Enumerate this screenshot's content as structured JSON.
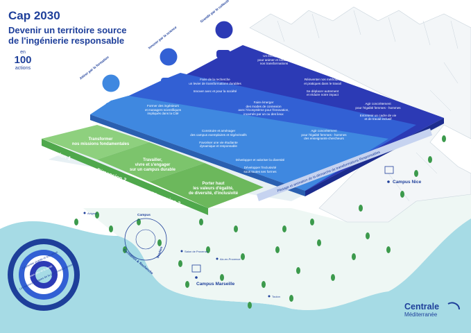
{
  "title": {
    "main": "Cap 2030",
    "sub1": "Devenir un territoire source",
    "sub2": "de l'ingénierie responsable"
  },
  "badge": {
    "prefix": "en",
    "number": "100",
    "suffix": "actions"
  },
  "pills": {
    "attirer": "Attirer par la formation",
    "innover": "Innover par la science",
    "grandir": "Grandir par le collectif"
  },
  "plates": {
    "top_right": [
      "Un écosystème",
      "pour animer et soutenir",
      "nos transformations"
    ],
    "row1_mid": [
      "Faire de la recherche",
      "un levier de transformations durables",
      "",
      "Innover avec et pour la société"
    ],
    "row1_right": [
      "Réinventer nos méthodes",
      "et pratiques dans le travail",
      "",
      "Se déplacer autrement",
      "et réduire notre impact"
    ],
    "row2_left": [
      "Former des ingénieurs",
      "et managers scientifiques",
      "impliqués dans la Cité"
    ],
    "row2_mid": [
      "Faire émerger",
      "des modes de connexion",
      "avec l'écosystème pour l'innovation,",
      "incarnés par un ou des lieux"
    ],
    "row2_right": [
      "Agir concrètement",
      "pour l'égalité femmes - hommes",
      "",
      "Entretenir un cadre de vie",
      "et de travail inclusif"
    ],
    "row3_left": [
      "Construire et aménager",
      "des campus exemplaires et régénératifs",
      "",
      "Favoriser une vie étudiante",
      "dynamique et responsable"
    ],
    "row3_right": [
      "Agir concrètement",
      "pour l'égalité femmes - hommes",
      "des enseignants-chercheurs"
    ],
    "row4_mid": [
      "Développer et valoriser la diversité",
      "",
      "Développer l'inclusivité",
      "sous toutes ses formes"
    ]
  },
  "green": {
    "d1": [
      "Transformer",
      "nos missions fondamentales"
    ],
    "d2": [
      "Travailler,",
      "vivre et s'engager",
      "sur un campus durable"
    ],
    "d3": [
      "Porter haut",
      "les valeurs d'égalité,",
      "de diversité, d'inclusivité"
    ]
  },
  "dimensions": [
    "Dimension 1",
    "Dimension 2",
    "Dimension 3"
  ],
  "ribbon": "Pilotage et animation de la démarche de transformations Responsables",
  "campus_circle": {
    "label": "Campus",
    "formation": "Formation & Recherche",
    "soutien": "Soutien"
  },
  "ring_labels": [
    "La planète vivante et son climat",
    "Le bien-être et la santé",
    "Les bonnes pratiques de la gouvernance inclusive"
  ],
  "places": {
    "nice": "Campus Nice",
    "marseille": "Campus Marseille",
    "avignon": "Avignon",
    "salon": "Salon de Provence",
    "aix": "Aix-en-Provence",
    "toulon": "Toulon"
  },
  "brand": {
    "line1": "Centrale",
    "line2": "Méditerranée"
  },
  "colors": {
    "navy": "#1e3f9a",
    "plate_dark": "#2c3ab5",
    "plate_mid": "#3260d4",
    "plate_light": "#3f88e0",
    "green": "#8ed07e",
    "sea": "#a6dbe5",
    "forest": "#3c9a4c"
  }
}
